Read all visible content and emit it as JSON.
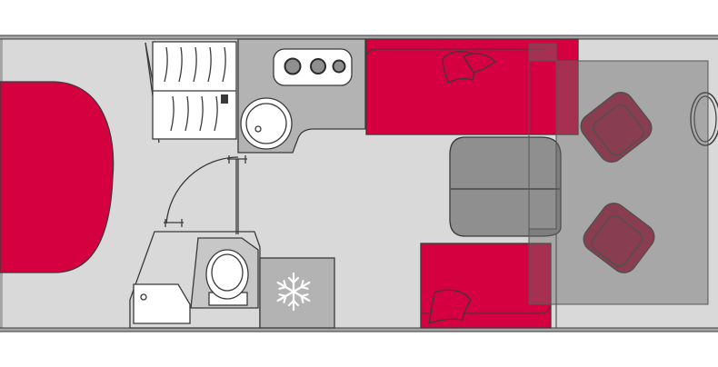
{
  "floorplan": {
    "colors": {
      "floor": "#d9d9d9",
      "wall": "#a6a6a6",
      "counter": "#b3b3b3",
      "upholstery": "#d5003f",
      "armchair": "#a3193c",
      "table": "#8f8f8f",
      "overlay": "#6b6b6b",
      "white": "#ffffff",
      "outline": "#3a3a3a"
    },
    "icons": {
      "fridge": "snowflake-icon",
      "hob": "three-burner-hob",
      "sink": "round-sink",
      "toilet": "toilet",
      "shower": "shower-tray",
      "bed": "island-bed",
      "wardrobe": "wardrobe-with-hangers"
    }
  }
}
